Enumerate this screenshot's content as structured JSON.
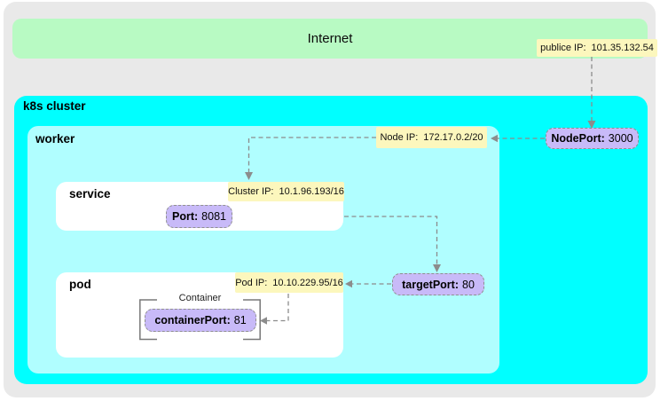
{
  "colors": {
    "frame_bg": "#e9e9e9",
    "internet_bg": "#b8fac3",
    "cluster_bg": "#00ffff",
    "worker_bg": "#b0feff",
    "box_bg": "#ffffff",
    "ip_label_bg": "#fcf7bd",
    "pill_bg": "#c8baf8",
    "line": "#8c8c8c"
  },
  "internet": {
    "label": "Internet"
  },
  "public_ip": {
    "label": "publice IP:",
    "value": "101.35.132.54"
  },
  "cluster": {
    "title": "k8s cluster"
  },
  "worker": {
    "title": "worker"
  },
  "node_ip": {
    "label": "Node IP:",
    "value": "172.17.0.2/20"
  },
  "node_port": {
    "label": "NodePort:",
    "value": "3000"
  },
  "service": {
    "title": "service",
    "cluster_ip": {
      "label": "Cluster IP:",
      "value": "10.1.96.193/16"
    },
    "port": {
      "label": "Port:",
      "value": "8081"
    }
  },
  "target_port": {
    "label": "targetPort:",
    "value": "80"
  },
  "pod": {
    "title": "pod",
    "pod_ip": {
      "label": "Pod IP:",
      "value": "10.10.229.95/16"
    },
    "container": {
      "title": "Container",
      "container_port": {
        "label": "containerPort:",
        "value": "81"
      }
    }
  }
}
